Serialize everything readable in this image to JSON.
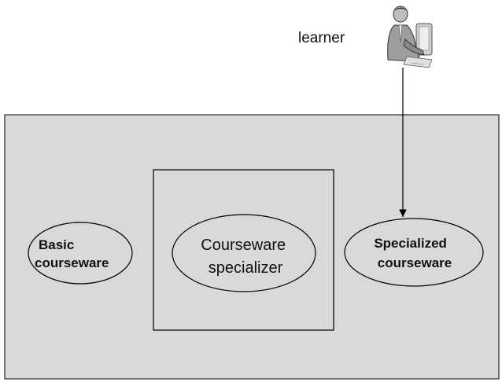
{
  "diagram": {
    "actor": {
      "label": "learner",
      "icon": "person-at-computer-icon"
    },
    "nodes": {
      "basic": {
        "lines": [
          "Basic",
          "courseware"
        ]
      },
      "specializer": {
        "lines": [
          "Courseware",
          "specializer"
        ]
      },
      "specialized": {
        "lines": [
          "Specialized",
          "courseware"
        ]
      }
    },
    "edges": [
      {
        "from": "learner",
        "to": "specialized",
        "style": "arrow"
      }
    ],
    "colors": {
      "system_fill": "#d9d9d9",
      "stroke": "#000000",
      "text": "#111111"
    }
  }
}
